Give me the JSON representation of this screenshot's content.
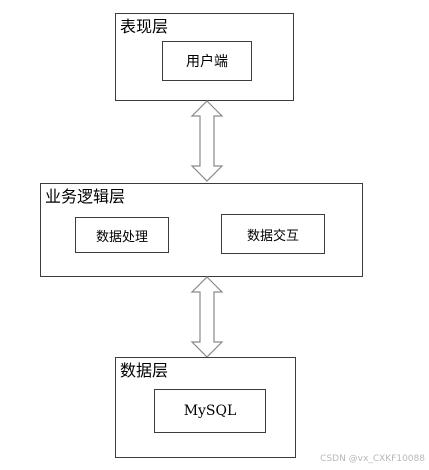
{
  "presentation_layer": {
    "title": "表现层",
    "components": [
      "用户端"
    ]
  },
  "business_layer": {
    "title": "业务逻辑层",
    "components": [
      "数据处理",
      "数据交互"
    ]
  },
  "data_layer": {
    "title": "数据层",
    "components": [
      "MySQL"
    ]
  },
  "watermark": "CSDN @vx_CXKF10088",
  "colors": {
    "border": "#3c3c3c",
    "arrow_stroke": "#8a8a8a",
    "arrow_fill": "#ffffff"
  }
}
